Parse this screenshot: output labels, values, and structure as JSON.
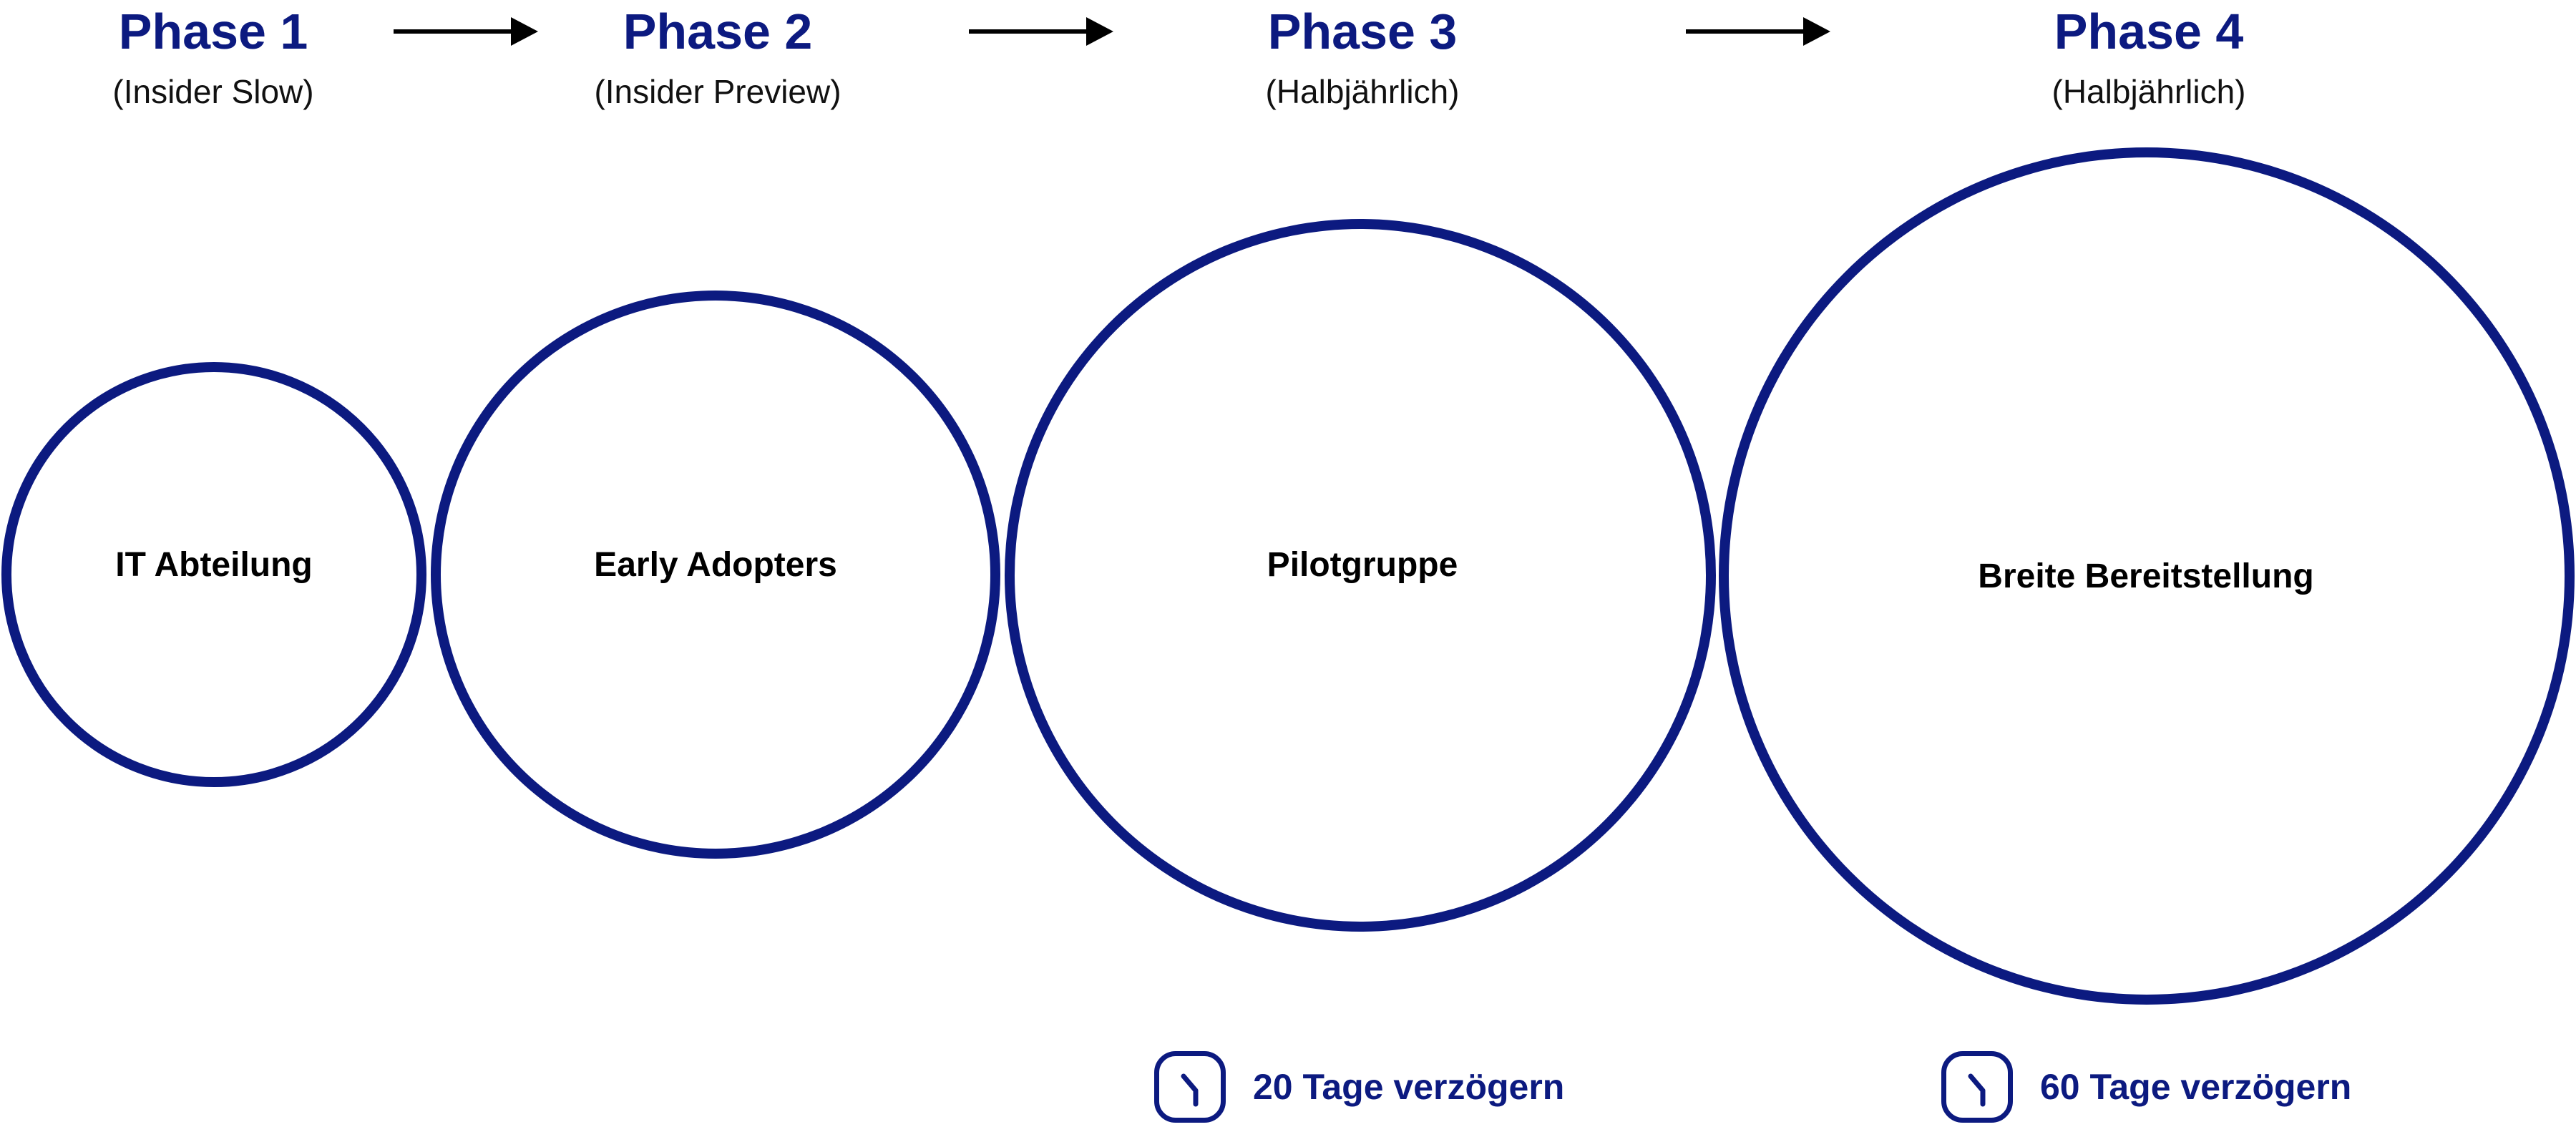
{
  "phases": [
    {
      "title": "Phase 1",
      "subtitle": "(Insider Slow)",
      "group": "IT Abteilung"
    },
    {
      "title": "Phase 2",
      "subtitle": "(Insider Preview)",
      "group": "Early Adopters"
    },
    {
      "title": "Phase 3",
      "subtitle": "(Halbjährlich)",
      "group": "Pilotgruppe",
      "delay": "20 Tage verzögern"
    },
    {
      "title": "Phase 4",
      "subtitle": "(Halbjährlich)",
      "group": "Breite Bereitstellung",
      "delay": "60 Tage verzögern"
    }
  ],
  "colors": {
    "accent": "#0c1a80",
    "text": "#000000",
    "arrow": "#000000",
    "background": "#ffffff"
  },
  "icons": {
    "arrow": "arrow-right-icon",
    "delay": "clock-icon"
  }
}
